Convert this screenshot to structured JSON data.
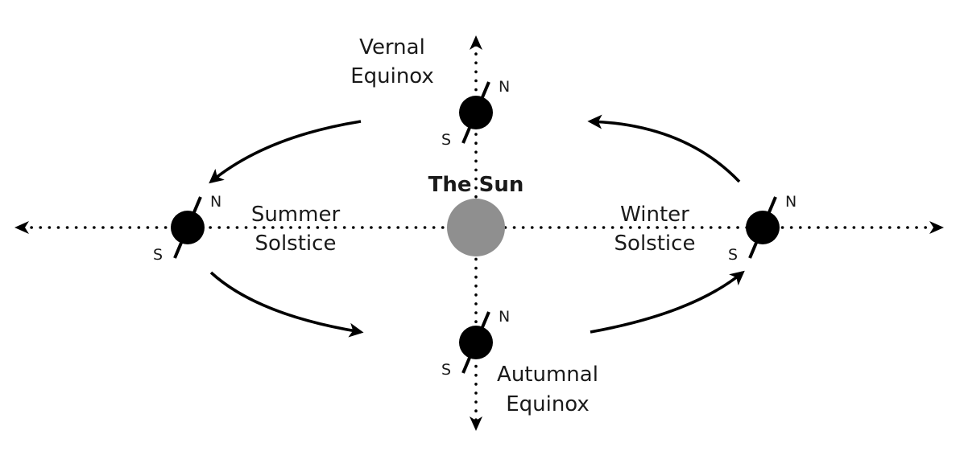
{
  "sun": {
    "title": "The Sun",
    "color": "#8f8f8f"
  },
  "earth_color": "#000000",
  "positions": {
    "vernal_equinox": {
      "line1": "Vernal",
      "line2": "Equinox",
      "north": "N",
      "south": "S"
    },
    "summer_solstice": {
      "line1": "Summer",
      "line2": "Solstice",
      "north": "N",
      "south": "S"
    },
    "winter_solstice": {
      "line1": "Winter",
      "line2": "Solstice",
      "north": "N",
      "south": "S"
    },
    "autumnal_equinox": {
      "line1": "Autumnal",
      "line2": "Equinox",
      "north": "N",
      "south": "S"
    }
  }
}
